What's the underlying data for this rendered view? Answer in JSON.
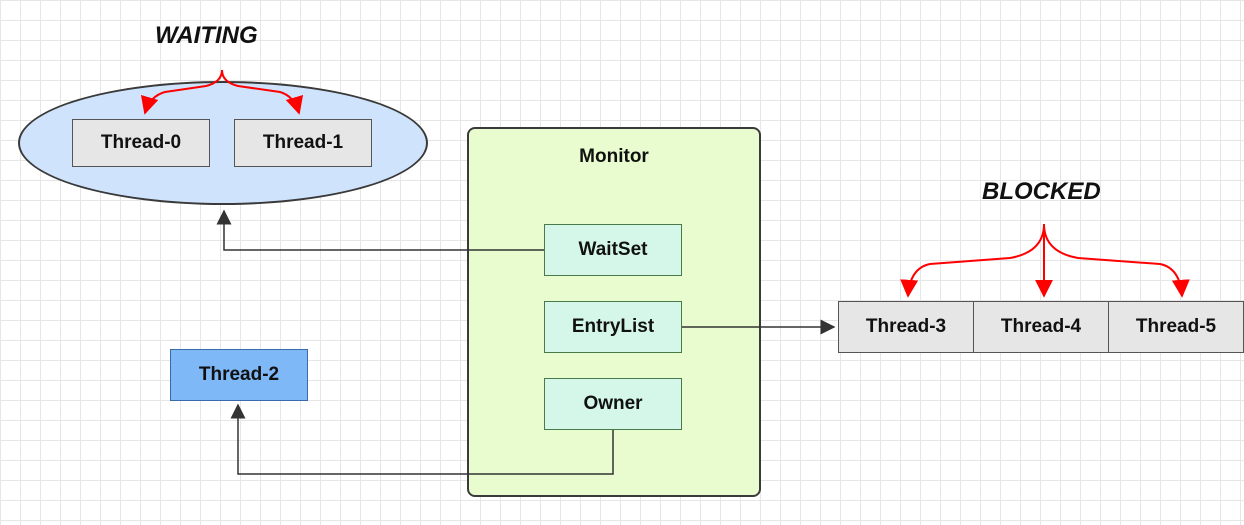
{
  "waiting": {
    "label": "WAITING",
    "threads": [
      "Thread-0",
      "Thread-1"
    ]
  },
  "monitor": {
    "title": "Monitor",
    "wait_set": "WaitSet",
    "entry_list": "EntryList",
    "owner": "Owner"
  },
  "blocked": {
    "label": "BLOCKED",
    "threads": [
      "Thread-3",
      "Thread-4",
      "Thread-5"
    ]
  },
  "owner_thread": "Thread-2",
  "colors": {
    "waiting_fill": "#cfe4fc",
    "monitor_fill": "#e8fccf",
    "slot_fill": "#d4f7ea",
    "owner_thread_fill": "#7fb8f7",
    "thread_fill": "#e6e6e6",
    "brace_arrow": "#ff0000",
    "link_line": "#333333"
  }
}
